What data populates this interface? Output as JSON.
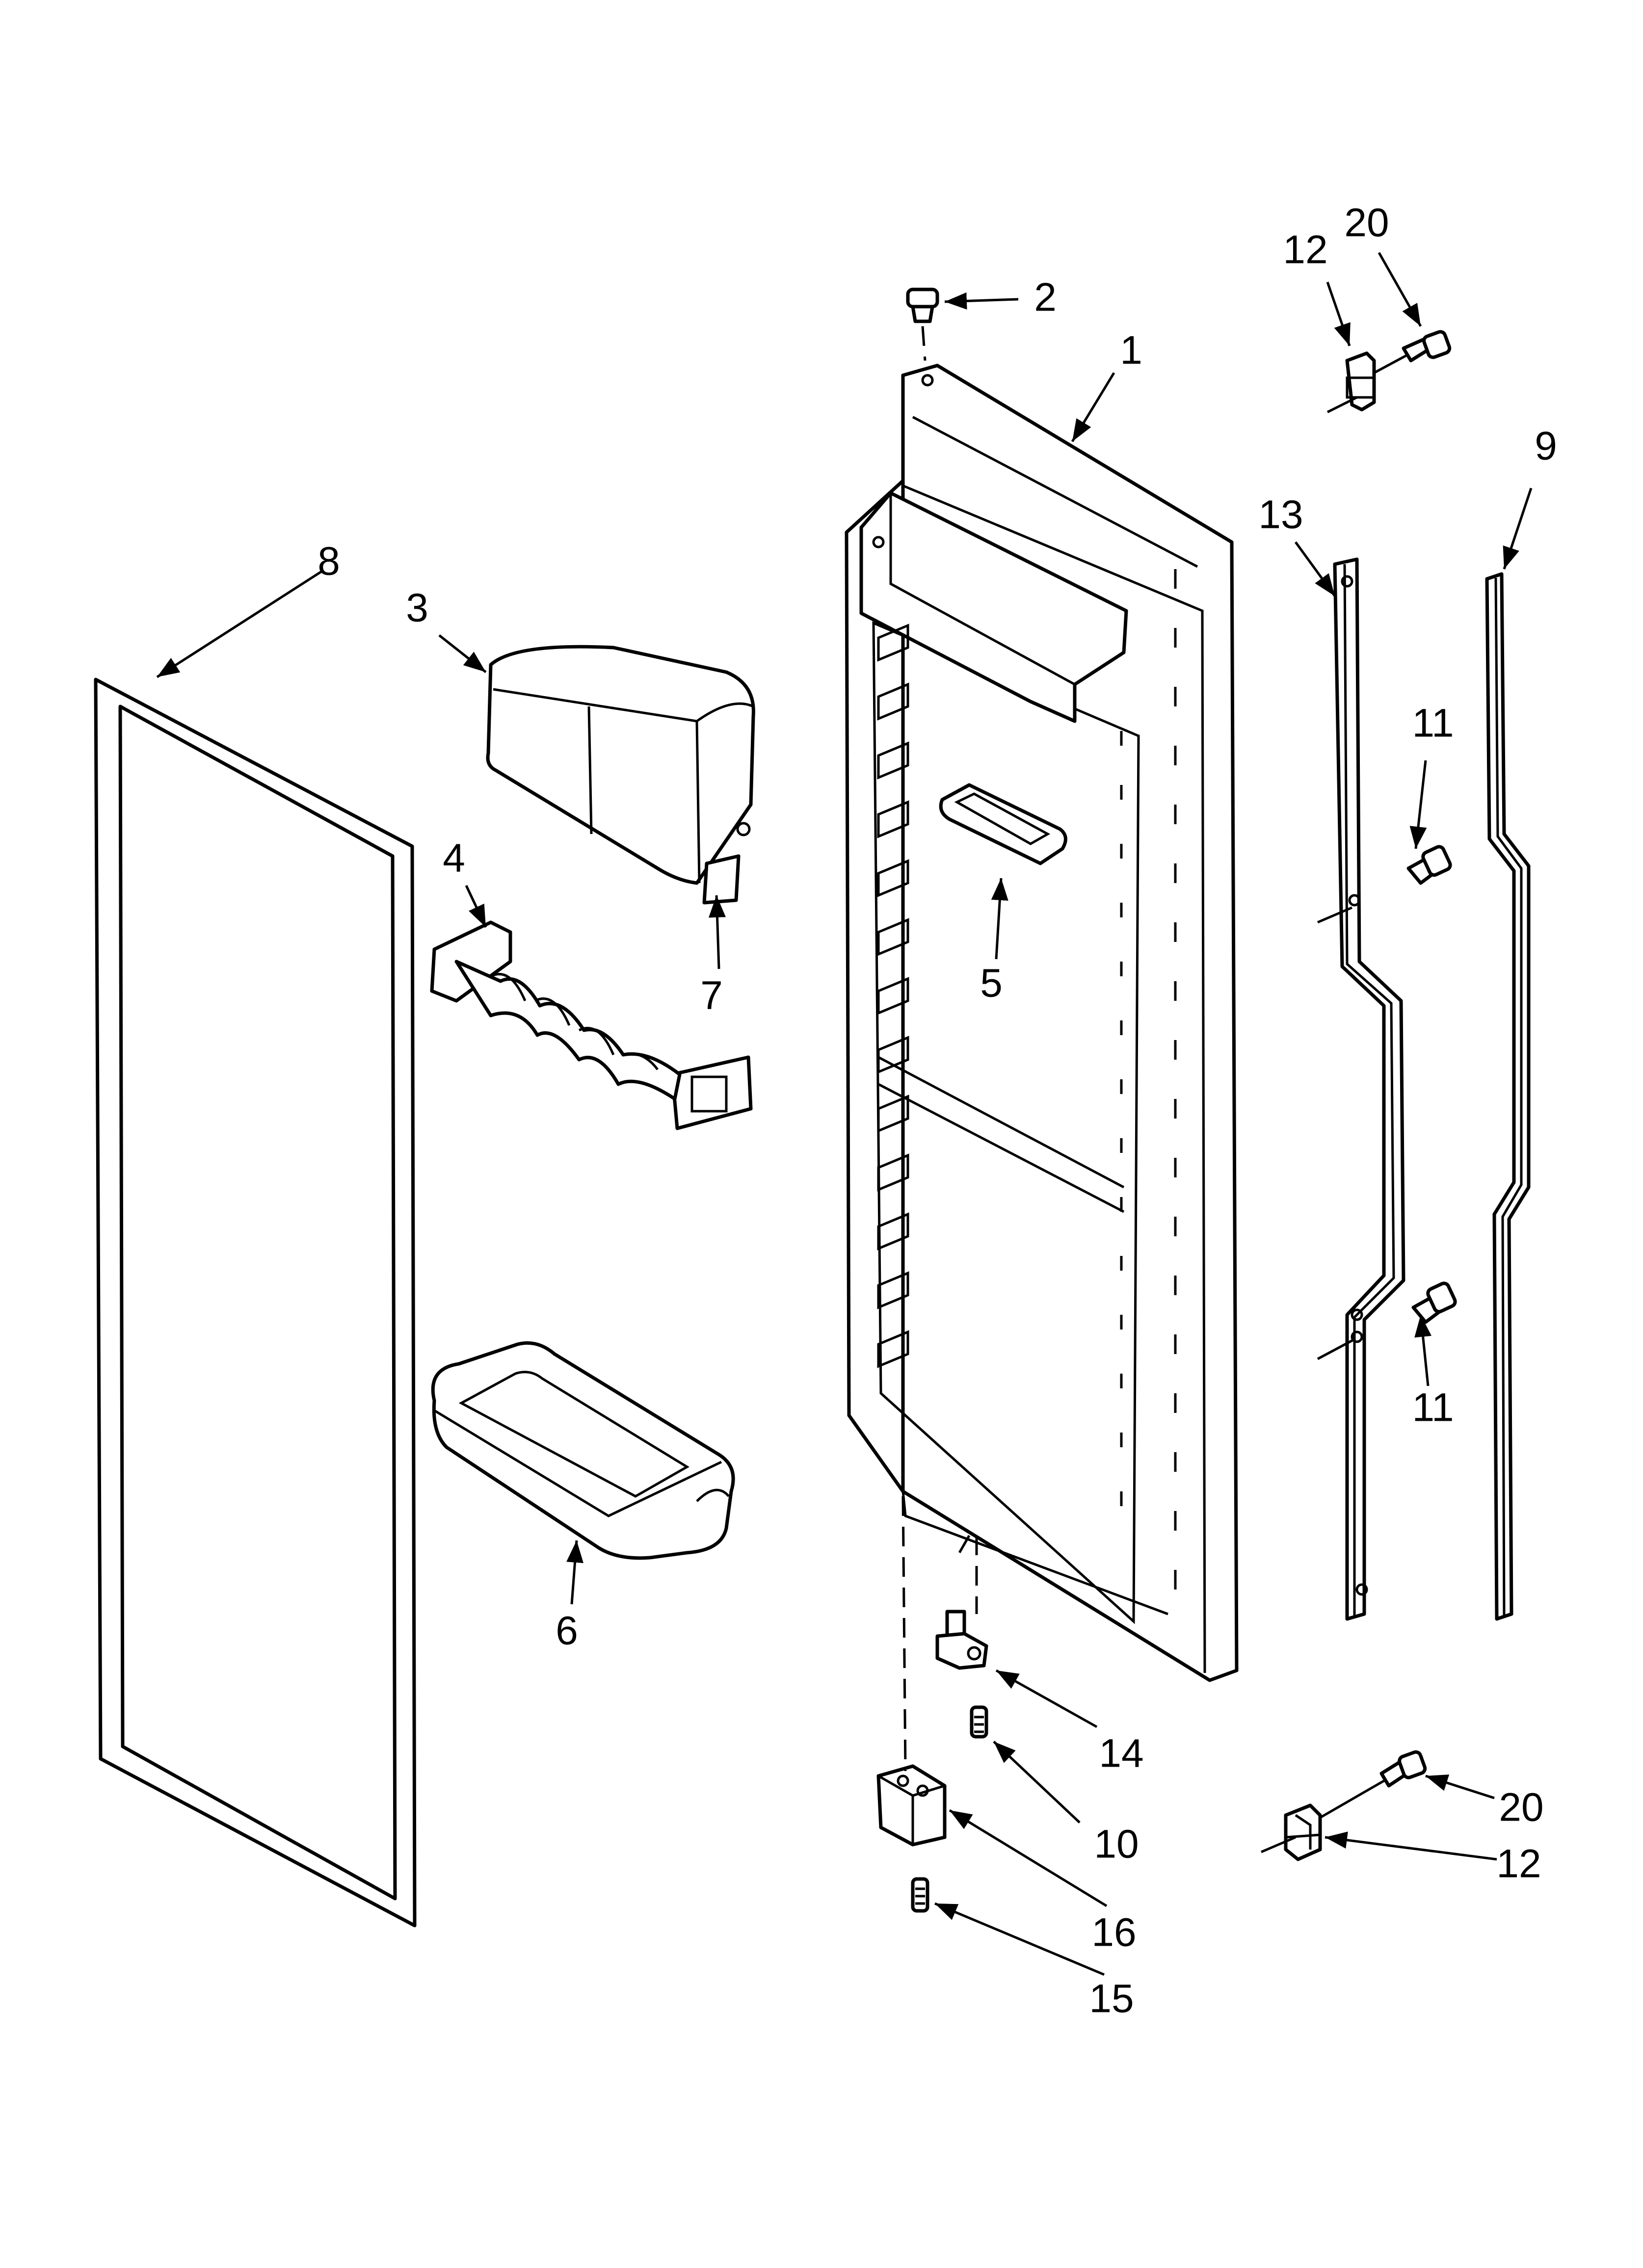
{
  "callouts": {
    "c1": "1",
    "c2": "2",
    "c3": "3",
    "c4": "4",
    "c5": "5",
    "c6": "6",
    "c7": "7",
    "c8": "8",
    "c9": "9",
    "c10": "10",
    "c11a": "11",
    "c11b": "11",
    "c12a": "12",
    "c12b": "12",
    "c13": "13",
    "c14": "14",
    "c15": "15",
    "c16": "16",
    "c20a": "20",
    "c20b": "20"
  }
}
